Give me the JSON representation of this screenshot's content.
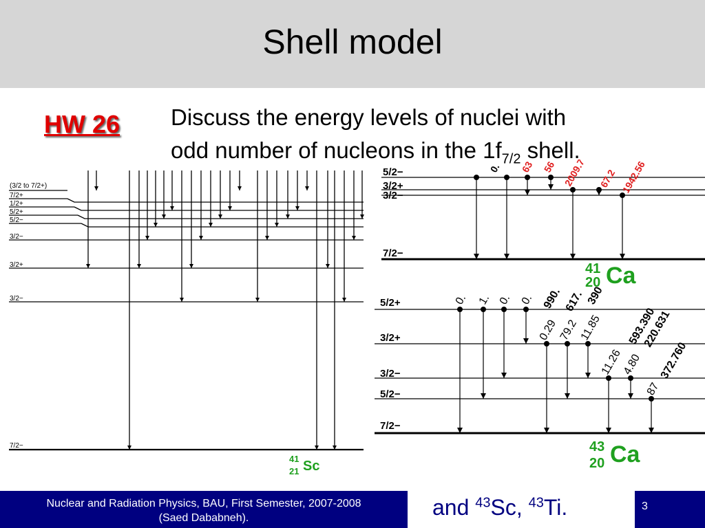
{
  "slide": {
    "title": "Shell model",
    "hw_label": "HW 26",
    "task_line1": "Discuss the energy levels of nuclei with",
    "task_line2_pre": "odd number of nucleons in the 1f",
    "task_sub": "7/2",
    "task_line2_post": " shell."
  },
  "sc41": {
    "levels": [
      "(3/2 to 7/2+)",
      "7/2+",
      "1/2+",
      "5/2+",
      "5/2−",
      "3/2−",
      "3/2+",
      "3/2−",
      "7/2−"
    ],
    "mass": "41",
    "z": "21",
    "symbol": "Sc"
  },
  "ca41": {
    "levels": [
      "5/2−",
      "3/2+",
      "3/2−",
      "7/2−"
    ],
    "gammas": [
      "0.",
      "63",
      "56",
      "2009.7",
      "67.2",
      "1942.56"
    ],
    "mass": "41",
    "z": "20",
    "symbol": "Ca"
  },
  "ca43": {
    "levels": [
      "5/2+",
      "3/2+",
      "3/2−",
      "5/2−",
      "7/2−"
    ],
    "gammas": [
      "0.",
      "1.",
      "0.",
      "0.",
      "990.",
      "617.",
      "390",
      "0.29",
      "79.2",
      "11.85",
      "593.390",
      "220.631",
      "11.26",
      "4.80",
      "87",
      "372.760"
    ],
    "mass": "43",
    "z": "20",
    "symbol": "Ca"
  },
  "footer": {
    "line1": "Nuclear and Radiation Physics, BAU, First Semester, 2007-2008",
    "line2": "(Saed Dababneh).",
    "and_pre": "and ",
    "sc_mass": "43",
    "sc": "Sc, ",
    "ti_mass": "43",
    "ti": "Ti.",
    "page": "3"
  },
  "colors": {
    "title_bg": "#d6d6d6",
    "hw_red": "#e00000",
    "footer_blue": "#000080",
    "symbol_green": "#1fa01f",
    "gamma_red": "#e02020"
  }
}
